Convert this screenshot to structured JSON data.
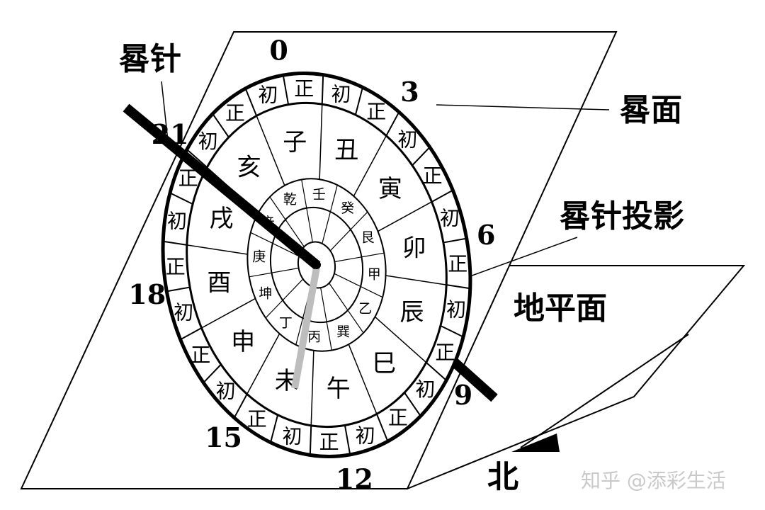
{
  "labels": {
    "gnomon": "晷针",
    "dial_face": "晷面",
    "gnomon_shadow": "晷针投影",
    "horizontal_plane": "地平面",
    "north": "北"
  },
  "hour_numbers": [
    "0",
    "3",
    "6",
    "9",
    "12",
    "15",
    "18",
    "21"
  ],
  "outer_ring": [
    "正",
    "初",
    "正",
    "初",
    "正",
    "初",
    "正",
    "初",
    "正",
    "初",
    "正",
    "初",
    "正",
    "初",
    "正",
    "初",
    "正",
    "初",
    "正",
    "初",
    "正",
    "初",
    "正",
    "初"
  ],
  "branches": [
    "子",
    "丑",
    "寅",
    "卯",
    "辰",
    "巳",
    "午",
    "未",
    "申",
    "酉",
    "戌",
    "亥"
  ],
  "inner_ring": [
    "壬",
    "癸",
    "艮",
    "甲",
    "乙",
    "巽",
    "丙",
    "丁",
    "坤",
    "庚",
    "辛",
    "乾"
  ],
  "watermark": "知乎 @添彩生活",
  "colors": {
    "ink": "#000000",
    "paper": "#ffffff",
    "shadow": "#bdbdbd"
  }
}
